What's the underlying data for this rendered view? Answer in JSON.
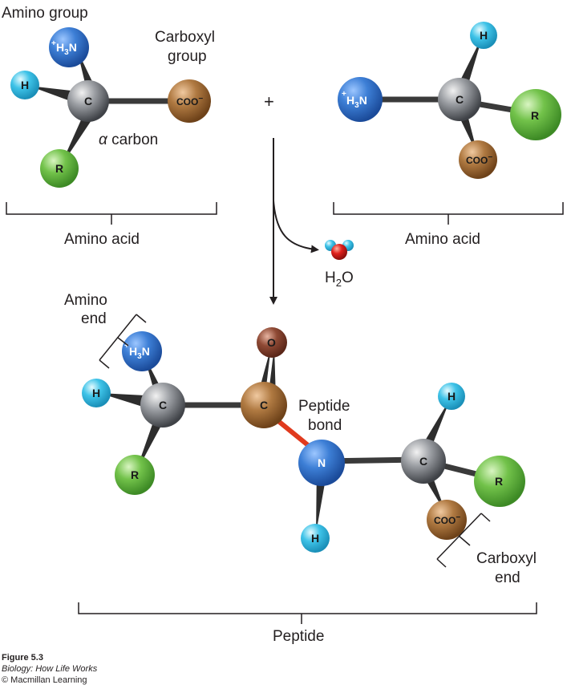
{
  "labels": {
    "amino_group": "Amino group",
    "carboxyl_group_line1": "Carboxyl",
    "carboxyl_group_line2": "group",
    "alpha_symbol": "α",
    "alpha_carbon_word": " carbon",
    "plus": "+",
    "amino_acid_left": "Amino acid",
    "amino_acid_right": "Amino acid",
    "water_H": "H",
    "water_sub": "2",
    "water_O": "O",
    "amino_end_line1": "Amino",
    "amino_end_line2": "end",
    "peptide_bond_line1": "Peptide",
    "peptide_bond_line2": "bond",
    "carboxyl_end_line1": "Carboxyl",
    "carboxyl_end_line2": "end",
    "peptide": "Peptide"
  },
  "atoms": {
    "H": "H",
    "C": "C",
    "R": "R",
    "N": "N",
    "O": "O",
    "COO": "COO",
    "minus": "−",
    "plus_sup": "+",
    "H3N_H": "H",
    "H3N_sub": "3",
    "H3N_N": "N"
  },
  "credits": {
    "figure": "Figure 5.3",
    "book": "Biology: How Life Works",
    "publisher": "© Macmillan Learning"
  },
  "colors": {
    "nitrogen": "#2f6fc7",
    "hydrogen": "#3ec3e8",
    "carbon": "#8c8f94",
    "carboxyl": "#9a6330",
    "r_group": "#6dbd45",
    "oxygen_dark": "#7a3d2b",
    "peptide_bond": "#e03a1e",
    "water_oxygen": "#e0201c"
  }
}
